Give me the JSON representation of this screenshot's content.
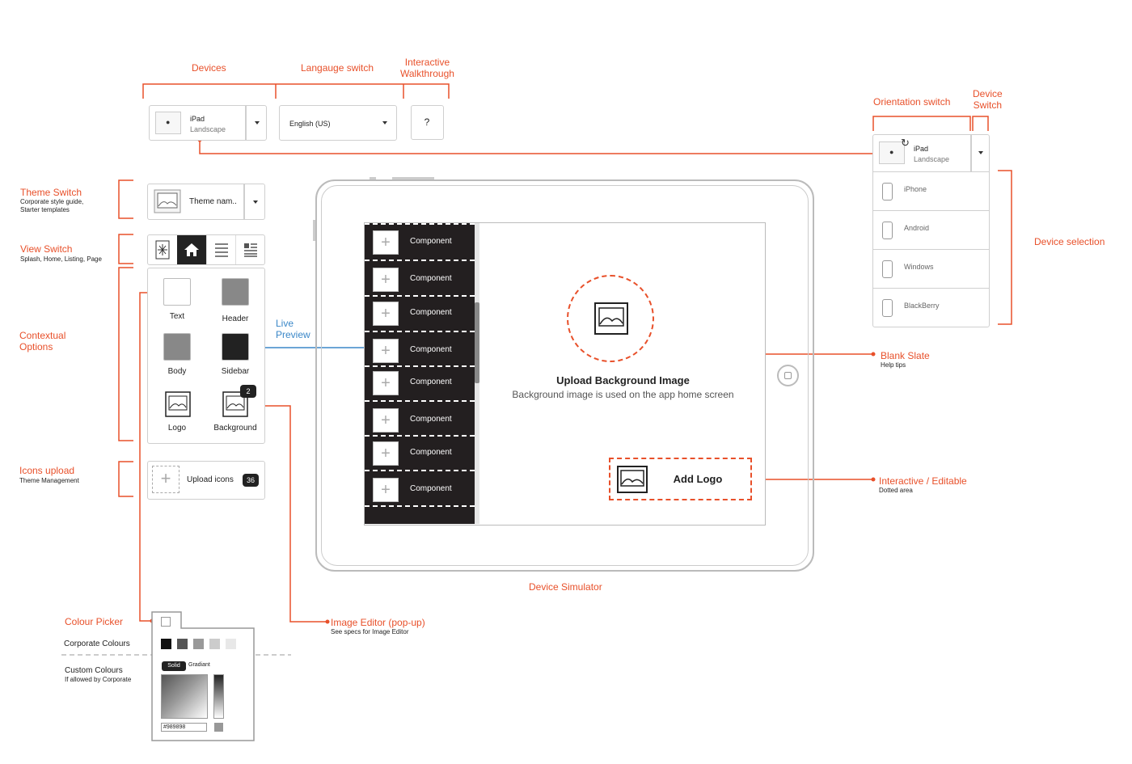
{
  "annotations": {
    "devices": "Devices",
    "language_switch": "Langauge switch",
    "interactive_walkthrough": "Interactive\nWalkthrough",
    "orientation_switch": "Orientation switch",
    "device_switch": "Device\nSwitch",
    "device_selection": "Device selection",
    "theme_switch": "Theme Switch",
    "theme_switch_sub": "Corporate style guide,\nStarter templates",
    "view_switch": "View Switch",
    "view_switch_sub": "Splash, Home, Listing, Page",
    "contextual_options": "Contextual\nOptions",
    "icons_upload": "Icons upload",
    "icons_upload_sub": "Theme Management",
    "live_preview": "Live\nPreview",
    "blank_slate": "Blank Slate",
    "blank_slate_sub": "Help tips",
    "interactive_editable": "Interactive / Editable",
    "interactive_editable_sub": "Dotted area",
    "device_simulator": "Device Simulator",
    "colour_picker": "Colour Picker",
    "image_editor": "Image Editor (pop-up)",
    "image_editor_sub": "See specs for Image Editor"
  },
  "toolbar": {
    "device_name": "iPad",
    "device_orientation": "Landscape",
    "language": "English (US)",
    "help": "?"
  },
  "device_panel": {
    "selected_name": "iPad",
    "selected_orientation": "Landscape",
    "devices": [
      "iPhone",
      "Android",
      "Windows",
      "BlackBerry"
    ]
  },
  "theme": {
    "name": "Theme nam.."
  },
  "contextual": {
    "options": [
      "Text",
      "Header",
      "Body",
      "Sidebar",
      "Logo",
      "Background"
    ],
    "background_badge": "2"
  },
  "icons": {
    "label": "Upload icons",
    "count": "36"
  },
  "simulator": {
    "components": [
      "Component",
      "Component",
      "Component",
      "Component",
      "Component",
      "Component",
      "Component",
      "Component"
    ],
    "upload_title": "Upload Background Image",
    "upload_subtitle": "Background image is used on the app home screen",
    "add_logo": "Add Logo"
  },
  "colour_picker": {
    "corporate_colours": "Corporate Colours",
    "custom_colours": "Custom Colours",
    "custom_colours_sub": "If allowed by Corporate",
    "tab_solid": "Solid",
    "tab_gradient": "Gradiant",
    "hex_value": "#989898",
    "swatches": [
      "#111111",
      "#555555",
      "#999999",
      "#cccccc",
      "#e8e8e8"
    ]
  },
  "colors": {
    "accent": "#e8502a",
    "preview_line": "#3a87c8"
  }
}
